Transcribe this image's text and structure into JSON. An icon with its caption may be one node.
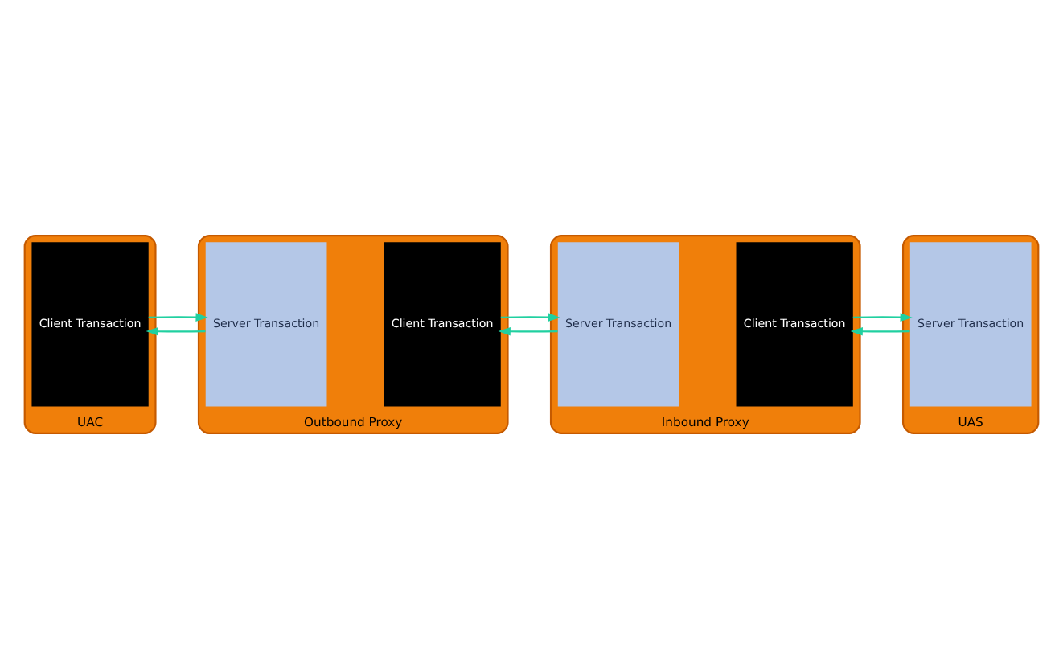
{
  "diagram": {
    "nodes": [
      {
        "text": [
          "UAC"
        ]
      },
      {
        "text": [
          "Client Transaction"
        ],
        "in": 0
      },
      {
        "text": [
          "Outbound Proxy"
        ]
      },
      {
        "text": [
          "Server Transaction"
        ],
        "in": 2
      },
      {
        "text": [
          "Client Transaction"
        ],
        "in": 2
      },
      {
        "text": [
          "Inbound Proxy"
        ]
      },
      {
        "text": [
          "Server Transaction"
        ],
        "in": 5
      },
      {
        "text": [
          "Client Transaction"
        ],
        "in": 5
      },
      {
        "text": [
          "UAS"
        ]
      },
      {
        "text": [
          "Server Transaction"
        ],
        "in": 8
      }
    ],
    "edges": [
      {
        "from": 1,
        "to": 3,
        "arrow": "to"
      },
      {
        "from": 4,
        "to": 6,
        "arrow": "to"
      },
      {
        "from": 7,
        "to": 9,
        "arrow": "to"
      },
      {
        "from": 3,
        "to": 1,
        "arrow": "to"
      },
      {
        "from": 6,
        "to": 4,
        "arrow": "to"
      },
      {
        "from": 9,
        "to": 7,
        "arrow": "to"
      }
    ]
  }
}
